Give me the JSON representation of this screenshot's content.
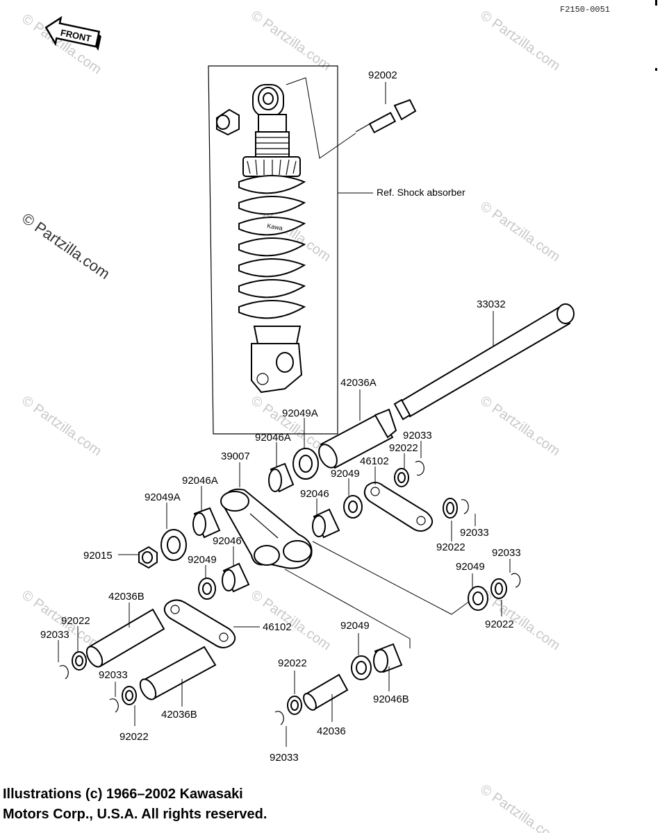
{
  "drawing_code": "F2150-0051",
  "front_label": "FRONT",
  "ref_label": "Ref. Shock absorber",
  "spring_brand": "Kawa",
  "watermark": "© Partzilla.com",
  "watermark_small": "© Partzilla.com",
  "copyright_line1": "Illustrations (c) 1966–2002 Kawasaki",
  "copyright_line2": "Motors Corp., U.S.A.  All rights reserved.",
  "parts": {
    "p92002": "92002",
    "p33032": "33032",
    "p42036A": "42036A",
    "p92049A_top": "92049A",
    "p92046A_top": "92046A",
    "p39007": "39007",
    "p46102_top": "46102",
    "p92022_top": "92022",
    "p92033_top": "92033",
    "p92049_mid": "92049",
    "p92046_mid": "92046",
    "p92046A_left": "92046A",
    "p92049A_left": "92049A",
    "p92015": "92015",
    "p92046_low": "92046",
    "p92049_low": "92049",
    "p92033_r1": "92033",
    "p92022_r1": "92022",
    "p92033_r2": "92033",
    "p92049_r2": "92049",
    "p92022_r2": "92022",
    "p42036B_top": "42036B",
    "p92022_left": "92022",
    "p92033_left": "92033",
    "p46102_low": "46102",
    "p92049_bot": "92049",
    "p92022_bot": "92022",
    "p92046B": "92046B",
    "p92033_bl": "92033",
    "p92022_bl": "92022",
    "p42036B_bot": "42036B",
    "p42036": "42036",
    "p92033_bot": "92033"
  }
}
